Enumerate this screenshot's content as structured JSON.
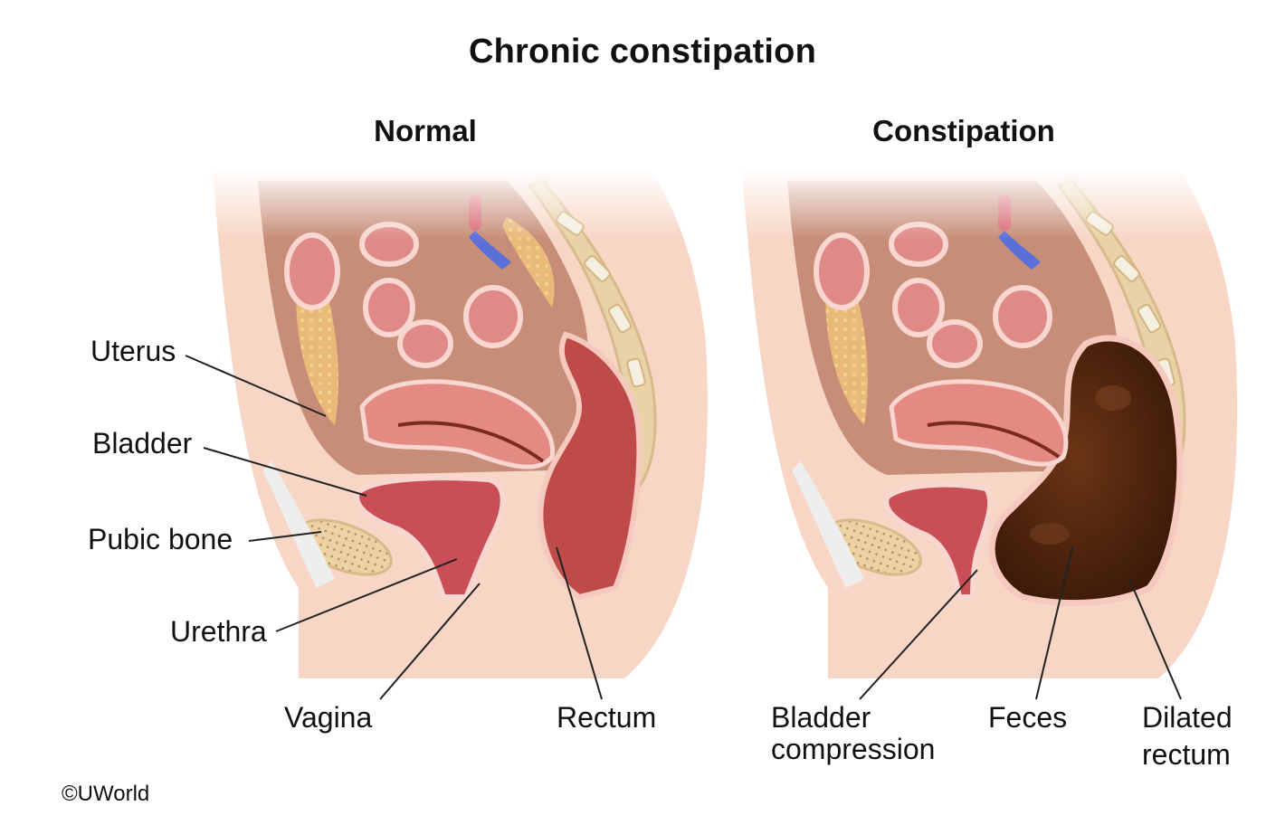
{
  "title": "Chronic constipation",
  "panels": {
    "normal": {
      "heading": "Normal",
      "labels": {
        "uterus": "Uterus",
        "bladder": "Bladder",
        "pubic_bone": "Pubic bone",
        "urethra": "Urethra",
        "vagina": "Vagina",
        "rectum": "Rectum"
      }
    },
    "constipation": {
      "heading": "Constipation",
      "labels": {
        "bladder_compression_line1": "Bladder",
        "bladder_compression_line2": "compression",
        "feces": "Feces",
        "dilated_rectum_line1": "Dilated",
        "dilated_rectum_line2": "rectum"
      }
    }
  },
  "copyright": "©UWorld",
  "colors": {
    "skin": "#f6d2c0",
    "tissue": "#e9a794",
    "uterus": "#e58a83",
    "bladder": "#c94e55",
    "rectum": "#b8413f",
    "bone": "#e9cf9f",
    "fat": "#e7c066",
    "feces": "#4a210c",
    "vessel": "#5b6fd8"
  }
}
